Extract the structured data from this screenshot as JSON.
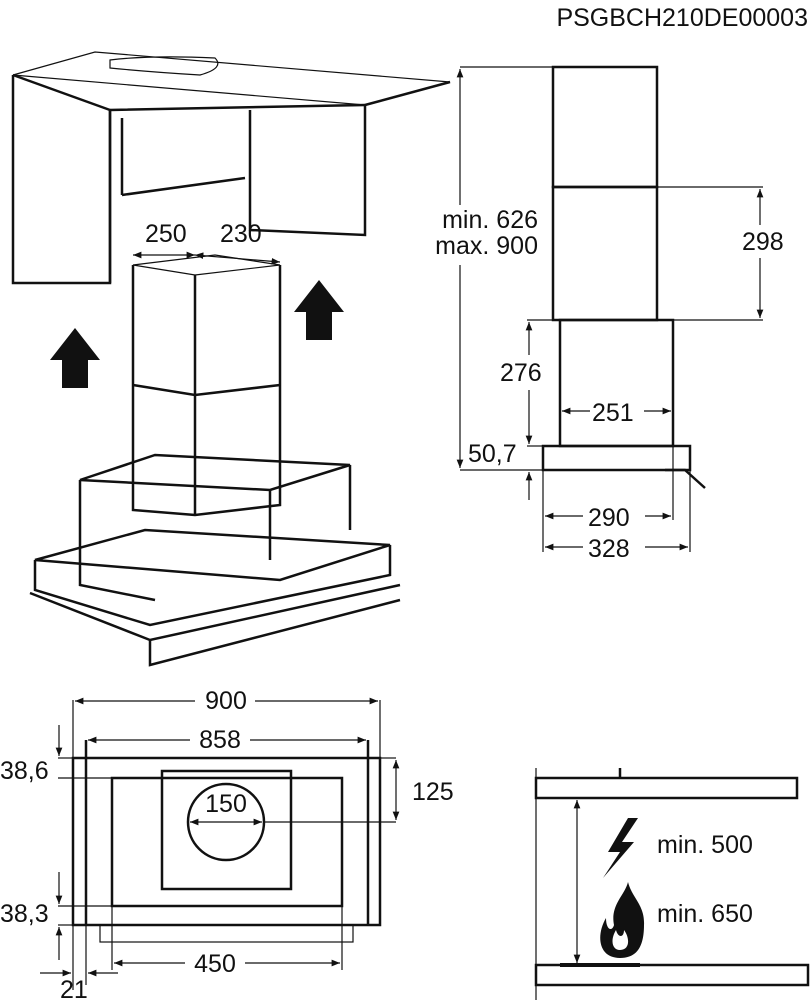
{
  "document_code": "PSGBCH210DE00003",
  "iso_view": {
    "width_a": "250",
    "width_b": "230"
  },
  "side_view": {
    "height_min": "min. 626",
    "height_max": "max. 900",
    "upper_chimney": "298",
    "lower_chimney": "276",
    "chimney_width": "251",
    "hood_thickness": "50,7",
    "depth_inner": "290",
    "depth_outer": "328"
  },
  "top_view": {
    "width_outer": "900",
    "width_inner": "858",
    "offset_top": "38,6",
    "offset_bottom": "38,3",
    "offset_side": "21",
    "duct_diameter": "150",
    "duct_offset": "125",
    "filter_width": "450"
  },
  "clearance": {
    "electric_label": "min. 500",
    "gas_label": "min. 650",
    "electric_icon": "lightning-icon",
    "gas_icon": "flame-icon"
  }
}
